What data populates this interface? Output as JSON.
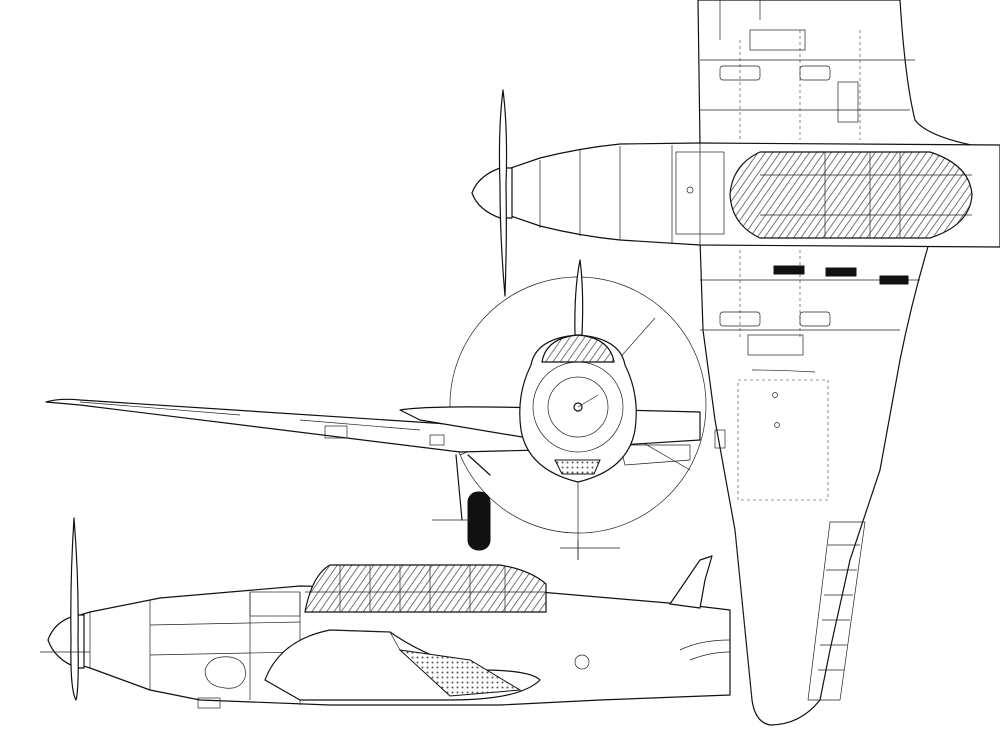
{
  "drawing": {
    "colors": {
      "ink": "#111111",
      "paper": "#ffffff",
      "hatch": "#555555"
    },
    "views": [
      {
        "id": "top-view",
        "kind": "plan view"
      },
      {
        "id": "front-view",
        "kind": "front view"
      },
      {
        "id": "side-view",
        "kind": "side profile"
      }
    ]
  }
}
